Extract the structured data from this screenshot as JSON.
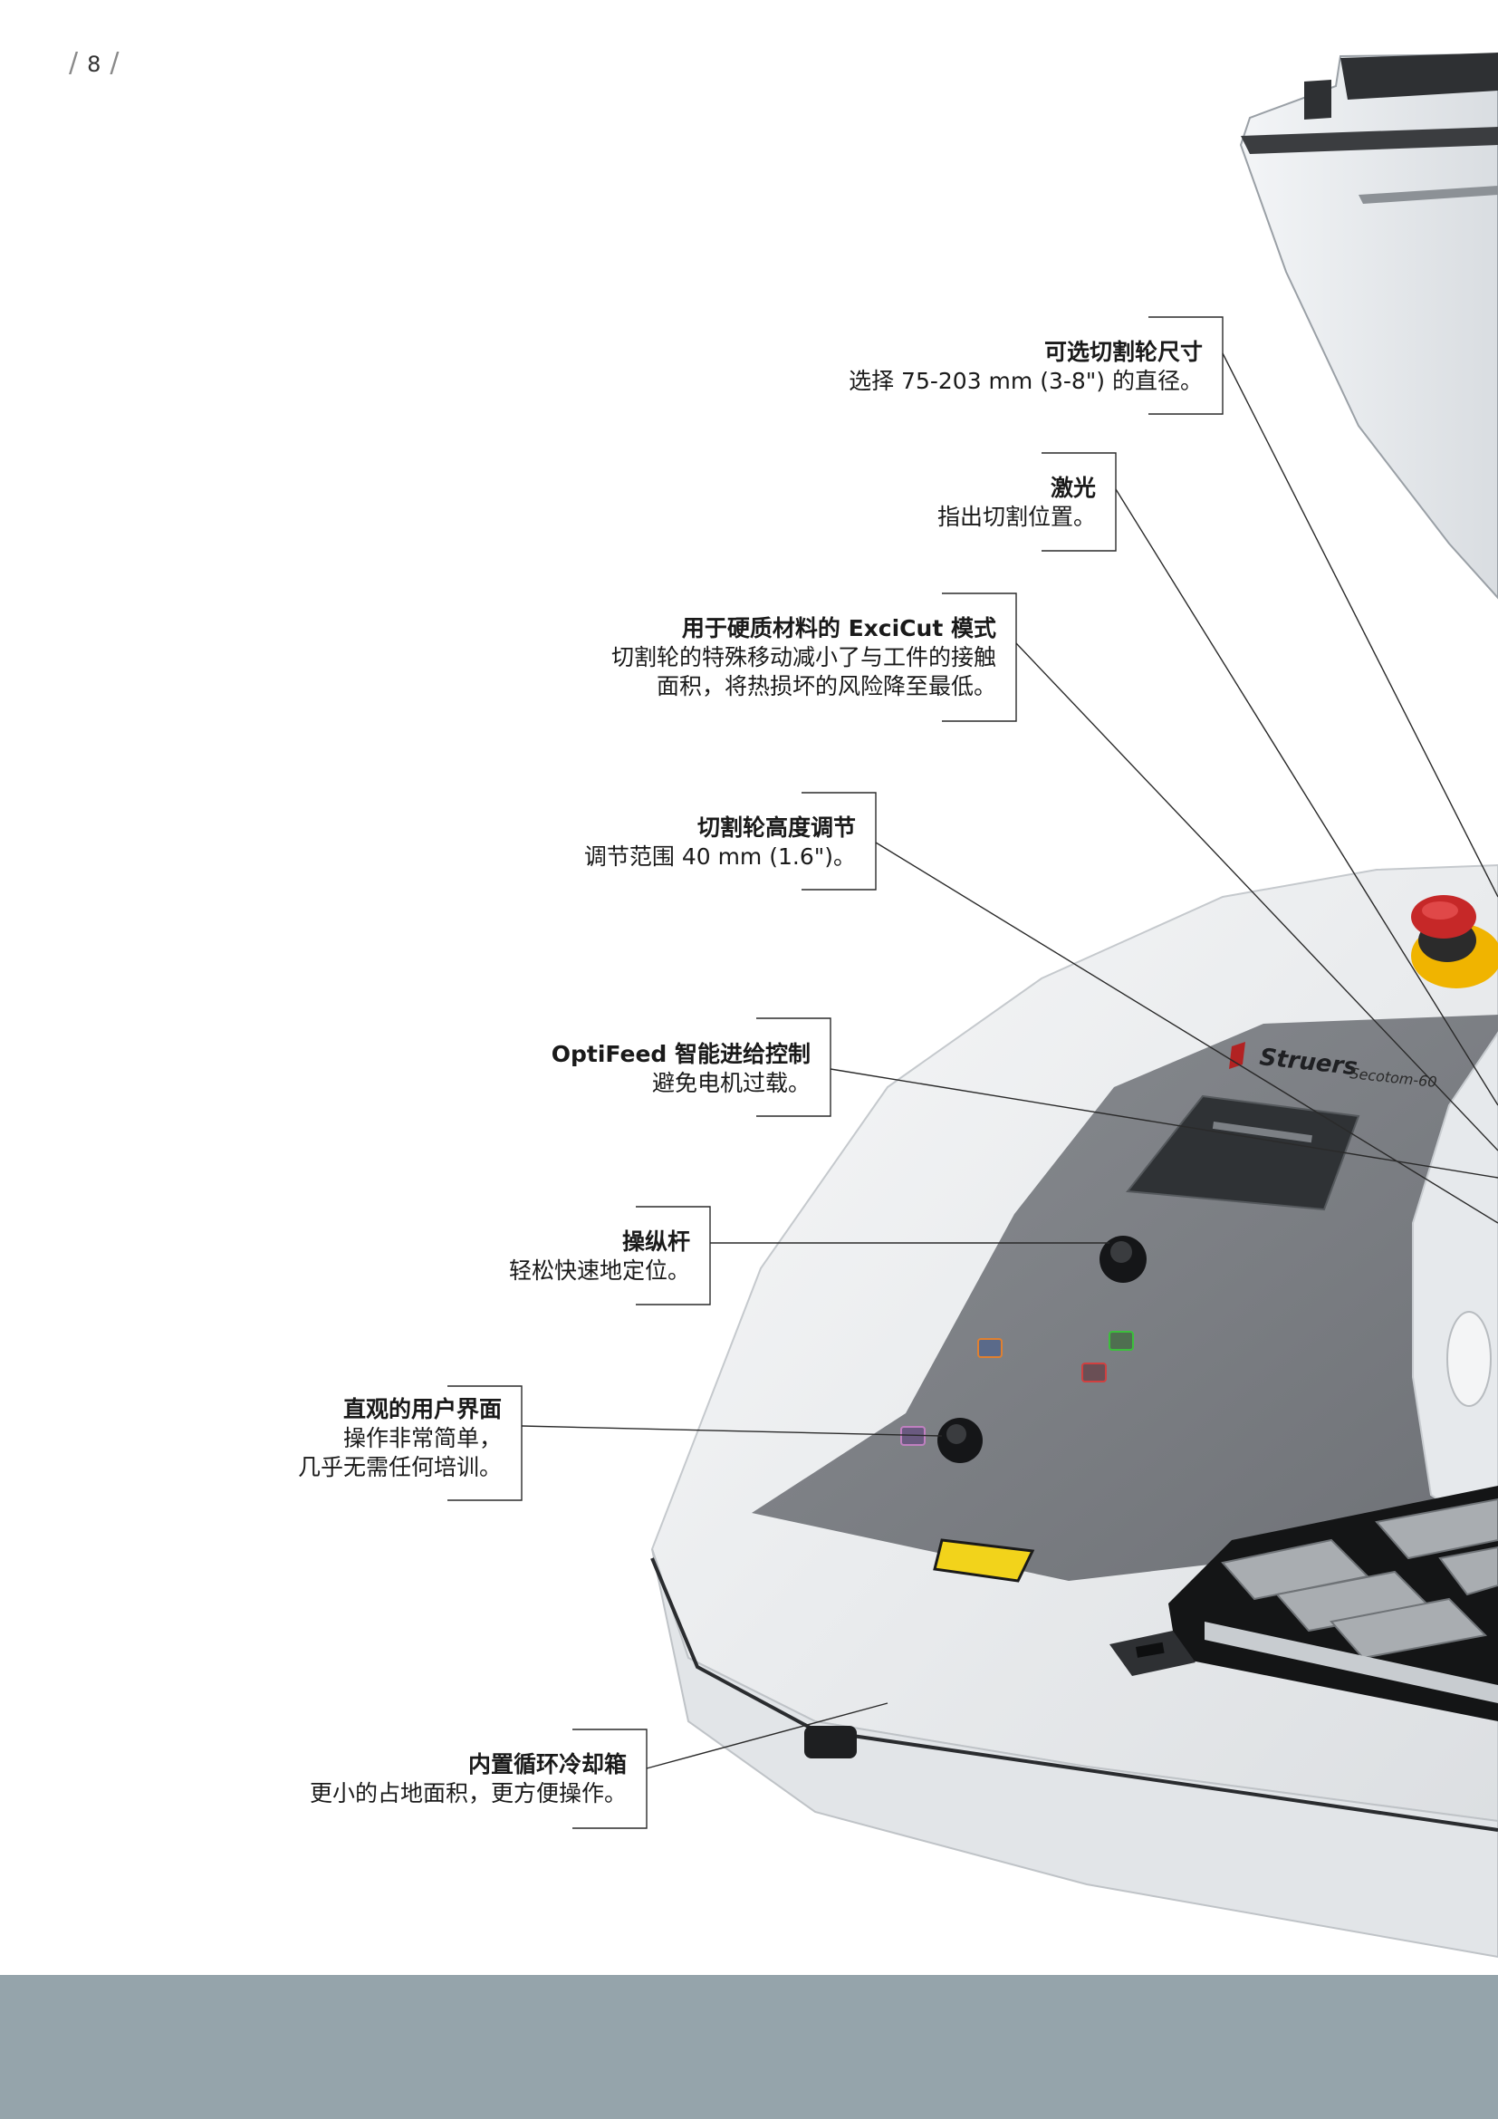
{
  "page": {
    "number": "8"
  },
  "brand": {
    "logo": "Struers",
    "model": "Secotom-60"
  },
  "colors": {
    "footer": "#95a4ab",
    "panel": "#7e8186",
    "body": "#eef0f1",
    "stop_button": "#c62828",
    "warning_label": "#f2d31b"
  },
  "callouts": [
    {
      "title": "可选切割轮尺寸",
      "lines": [
        "选择 75-203 mm (3-8\") 的直径。"
      ]
    },
    {
      "title": "激光",
      "lines": [
        "指出切割位置。"
      ]
    },
    {
      "title": "用于硬质材料的 ExciCut 模式",
      "lines": [
        "切割轮的特殊移动减小了与工件的接触",
        "面积，将热损坏的风险降至最低。"
      ]
    },
    {
      "title": "切割轮高度调节",
      "lines": [
        "调节范围 40 mm (1.6\")。"
      ]
    },
    {
      "title": "OptiFeed 智能进给控制",
      "lines": [
        "避免电机过载。"
      ]
    },
    {
      "title": "操纵杆",
      "lines": [
        "轻松快速地定位。"
      ]
    },
    {
      "title": "直观的用户界面",
      "lines": [
        "操作非常简单，",
        "几乎无需任何培训。"
      ]
    },
    {
      "title": "内置循环冷却箱",
      "lines": [
        "更小的占地面积，更方便操作。"
      ]
    }
  ]
}
